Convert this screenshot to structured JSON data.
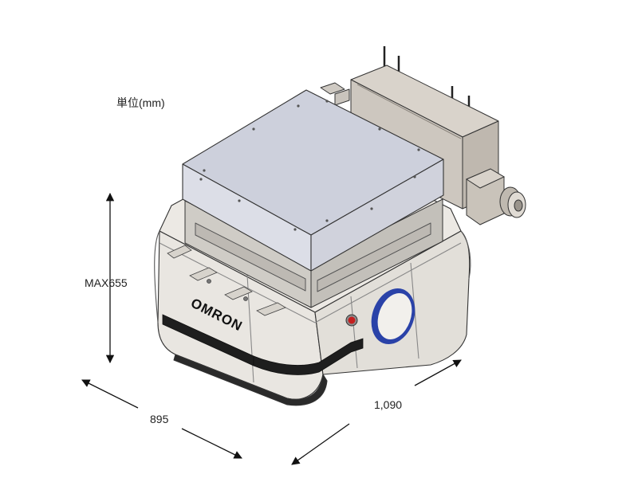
{
  "unit_label": "単位(mm)",
  "dimensions": {
    "height": "MAX655",
    "width": "895",
    "length": "1,090"
  },
  "brand": "OMRON",
  "colors": {
    "body": "#e9e6e1",
    "top_plate": "#cdd0dc",
    "top_plate_side": "#d6d8e2",
    "enclosure": "#d2ccc4",
    "stripe": "#1e1e1e",
    "ring": "#2a42a8",
    "estop": "#c41f1f"
  }
}
